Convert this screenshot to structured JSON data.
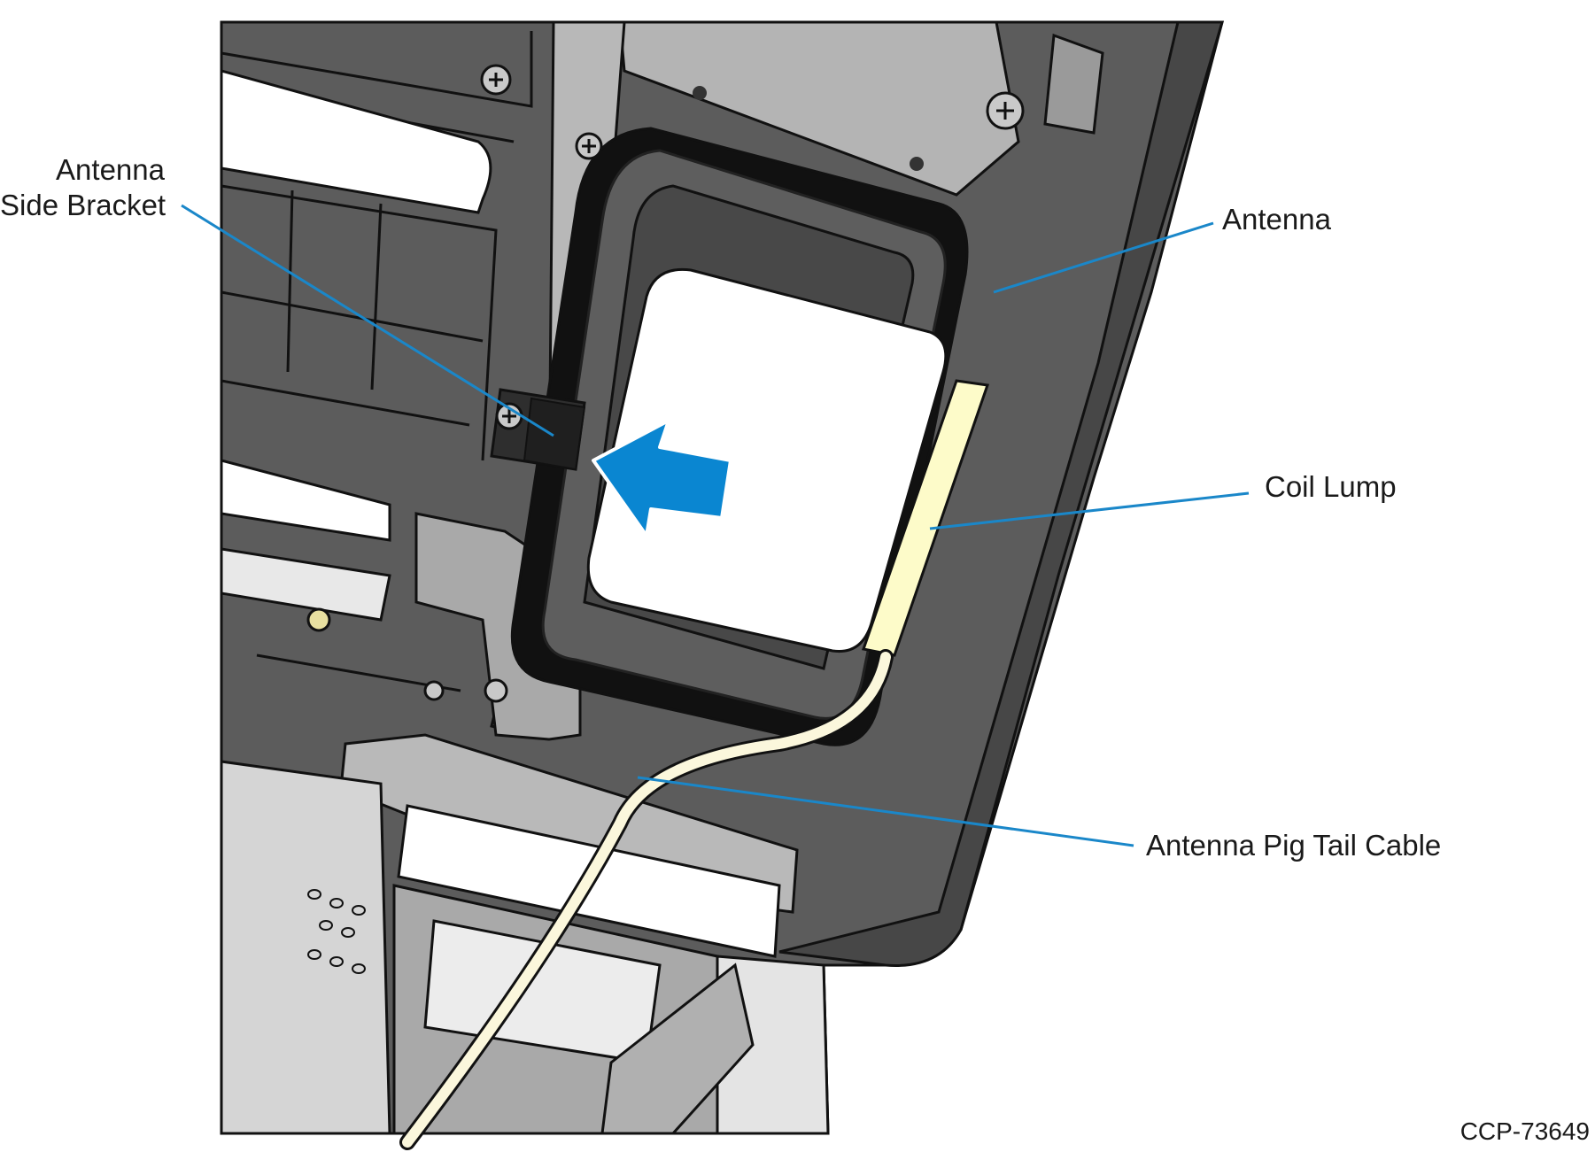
{
  "callouts": {
    "side_bracket": {
      "line1": "Antenna",
      "line2": "Side Bracket"
    },
    "antenna": "Antenna",
    "coil_lump": "Coil Lump",
    "pig_tail": "Antenna Pig Tail Cable"
  },
  "figure_id": "CCP-73649",
  "colors": {
    "leader_line": "#1a87c9",
    "arrow": "#0a86d1",
    "housing_dark": "#5a5a5a",
    "housing_outline": "#111111",
    "metal": "#b4b4b4",
    "coil": "#fdfbc9",
    "cable": "#fbf7dc"
  },
  "icons": {
    "direction_arrow": "arrow-left-icon",
    "screw": "screw-icon"
  }
}
